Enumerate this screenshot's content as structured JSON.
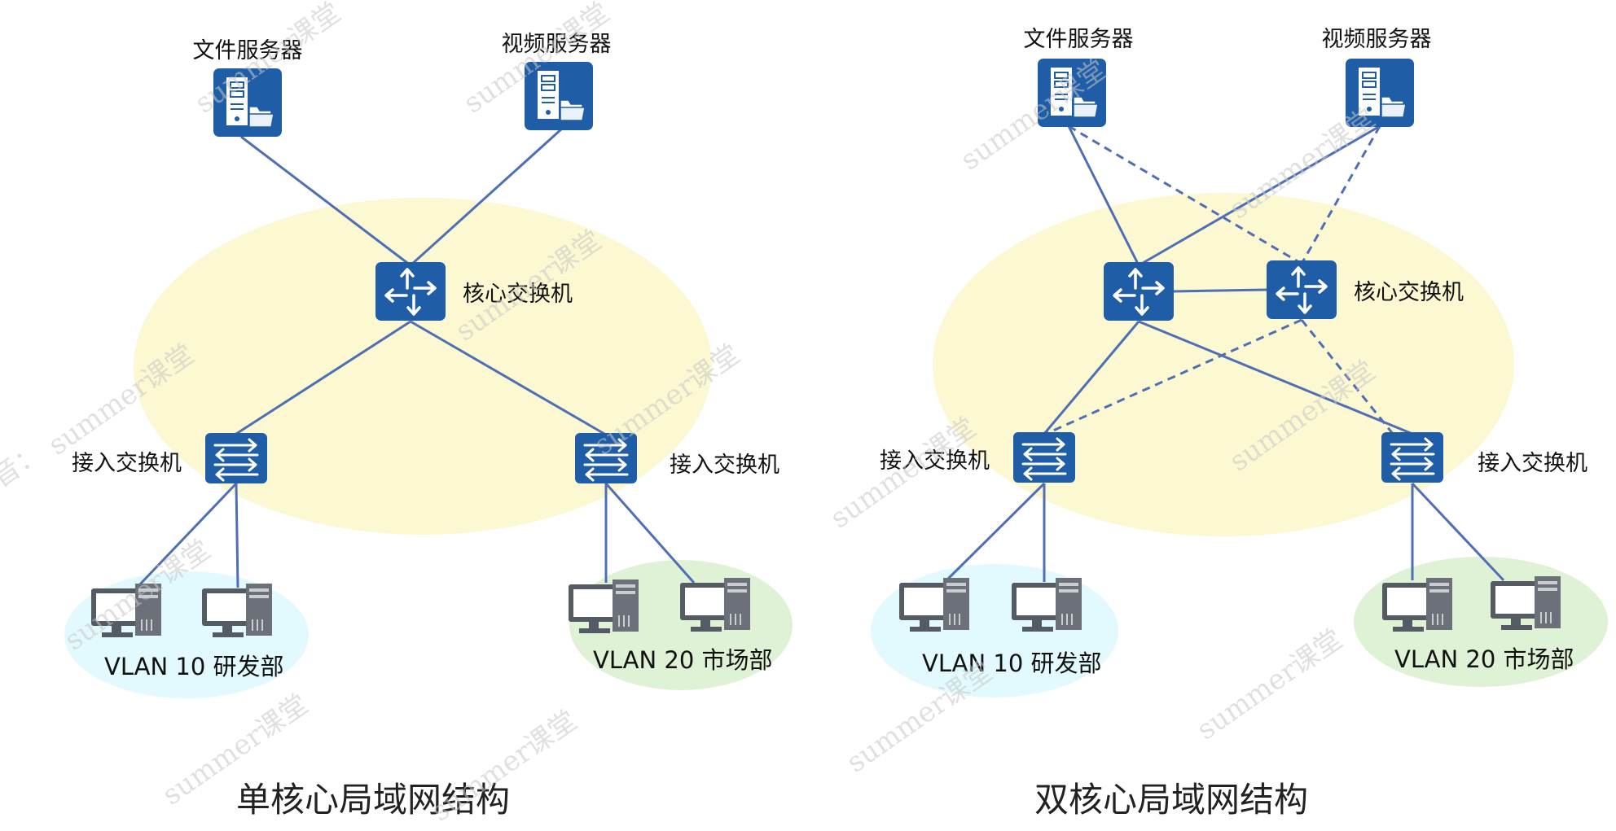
{
  "palette": {
    "link": "#4f6fb5",
    "device": "#1f5ea7",
    "core_zone": "#fbf8d2",
    "vlan10_zone": "#e2fafd",
    "vlan20_zone": "#dff2d6"
  },
  "left": {
    "file_server": "文件服务器",
    "video_server": "视频服务器",
    "core_switch": "核心交换机",
    "access_left": "接入交换机",
    "access_right": "接入交换机",
    "vlan10": "VLAN 10 研发部",
    "vlan20": "VLAN 20 市场部",
    "caption": "单核心局域网结构"
  },
  "right": {
    "file_server": "文件服务器",
    "video_server": "视频服务器",
    "core_switch": "核心交换机",
    "access_left": "接入交换机",
    "access_right": "接入交换机",
    "vlan10": "VLAN 10 研发部",
    "vlan20": "VLAN 20 市场部",
    "caption": "双核心局域网结构"
  },
  "watermark": "summer课堂",
  "watermark_partial": "音：",
  "icons": {
    "server": "file-server-icon",
    "router": "core-switch-icon",
    "switch": "access-switch-icon",
    "pc": "desktop-pc-icon"
  }
}
